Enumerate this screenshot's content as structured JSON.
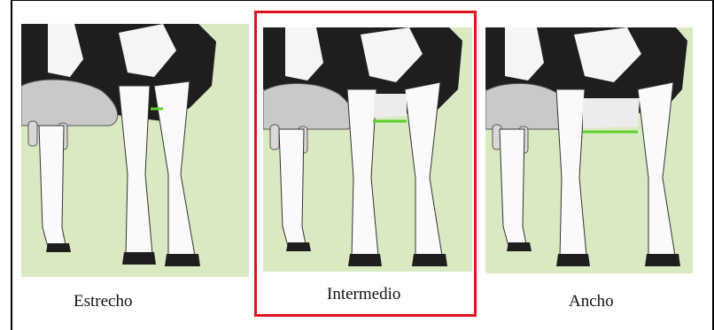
{
  "panels": [
    {
      "id": "estrecho",
      "label": "Estrecho",
      "selected": false
    },
    {
      "id": "intermedio",
      "label": "Intermedio",
      "selected": true
    },
    {
      "id": "ancho",
      "label": "Ancho",
      "selected": false
    }
  ],
  "colors": {
    "background_field": "#d9eac3",
    "cow_black": "#1e1e1e",
    "udder_gray": "#c9c9c9",
    "measure_line": "#5fcf2a",
    "highlight_border": "#e0141e"
  }
}
